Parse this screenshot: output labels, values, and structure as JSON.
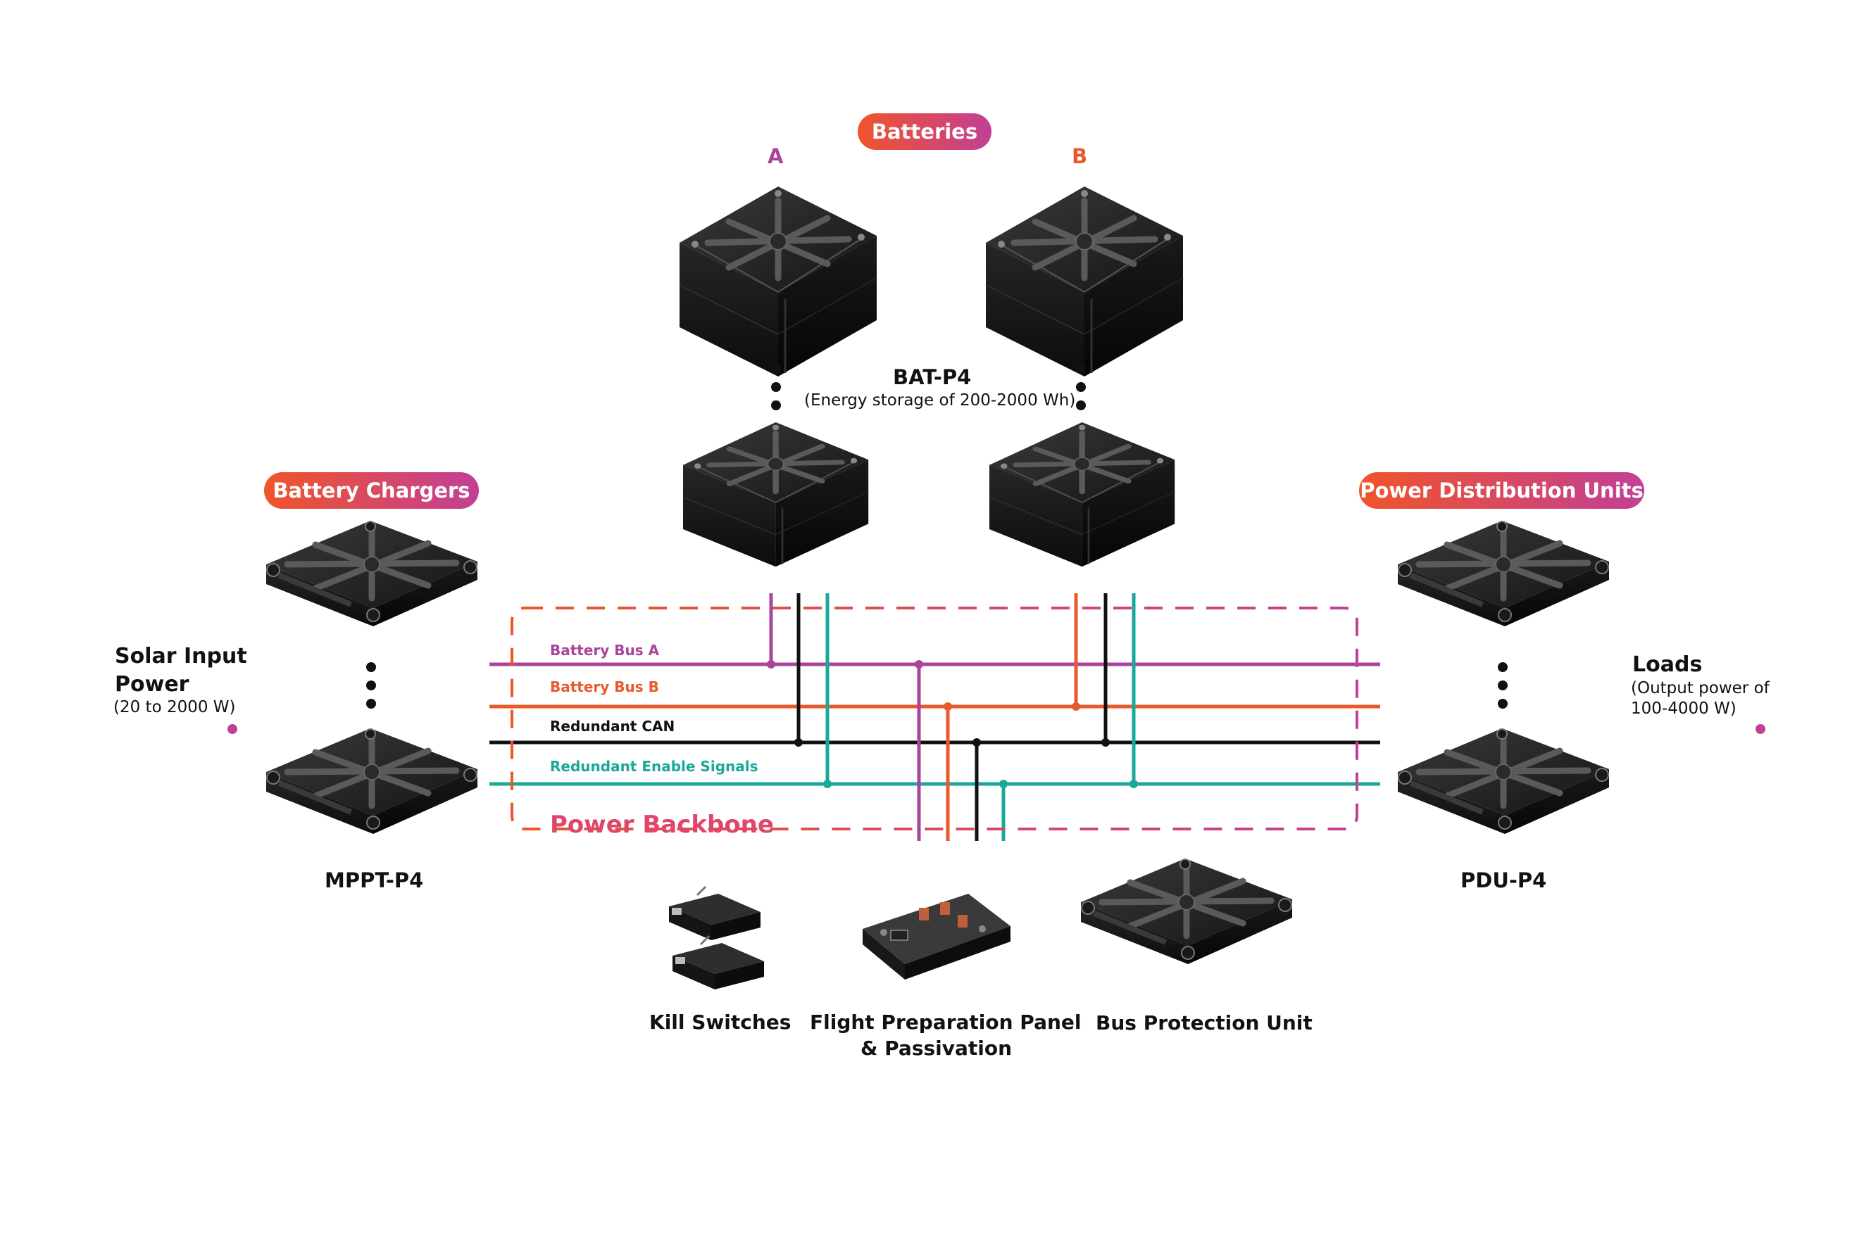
{
  "colors": {
    "bus_a": "#a8459a",
    "bus_b": "#e85a2c",
    "can": "#111111",
    "enable": "#1aa89a",
    "backbone_title": "#e0466a",
    "gradient_start": "#f0542a",
    "gradient_end": "#c23f96"
  },
  "batteries": {
    "pill": "Batteries",
    "string_a": "A",
    "string_b": "B",
    "model": "BAT-P4",
    "caption": "(Energy storage of 200-2000 Wh)"
  },
  "chargers": {
    "pill": "Battery Chargers",
    "model": "MPPT-P4"
  },
  "pdu": {
    "pill": "Power Distribution Units",
    "model": "PDU-P4"
  },
  "solar": {
    "title_line1": "Solar Input",
    "title_line2": "Power",
    "caption": "(20 to 2000 W)"
  },
  "loads": {
    "title": "Loads",
    "caption_line1": "(Output power of",
    "caption_line2": "100-4000 W)"
  },
  "backbone": {
    "title": "Power Backbone",
    "buses": [
      "Battery Bus A",
      "Battery Bus B",
      "Redundant CAN",
      "Redundant Enable Signals"
    ]
  },
  "accessories": {
    "kill_switches": "Kill Switches",
    "fpp_line1": "Flight Preparation Panel",
    "fpp_line2": "& Passivation",
    "bpu": "Bus Protection Unit"
  }
}
